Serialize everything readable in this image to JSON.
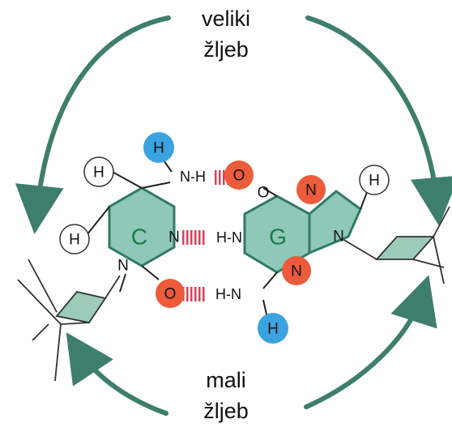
{
  "grooves": {
    "major": {
      "line1": "veliki",
      "line2": "žljeb"
    },
    "minor": {
      "line1": "mali",
      "line2": "žljeb"
    }
  },
  "bases": {
    "cytosine": "C",
    "guanine": "G"
  },
  "atoms": {
    "hydrogen": "H",
    "nitrogen": "N",
    "oxygen": "O"
  },
  "bonds": {
    "h_amine_top": "N-H",
    "h_middle": "H-N",
    "h_bottom": "H-N"
  },
  "colors": {
    "ring_fill": "#8fc8b8",
    "ring_stroke": "#2f7a65",
    "nitrogen_red": "#ec5b3a",
    "oxygen_red": "#ec5b3a",
    "hydrogen_blue": "#3aa3e0",
    "groove_arrow": "#3e7e6c",
    "hbond_stripes": "#d9405a",
    "base_letter": "#1a7a4a"
  }
}
